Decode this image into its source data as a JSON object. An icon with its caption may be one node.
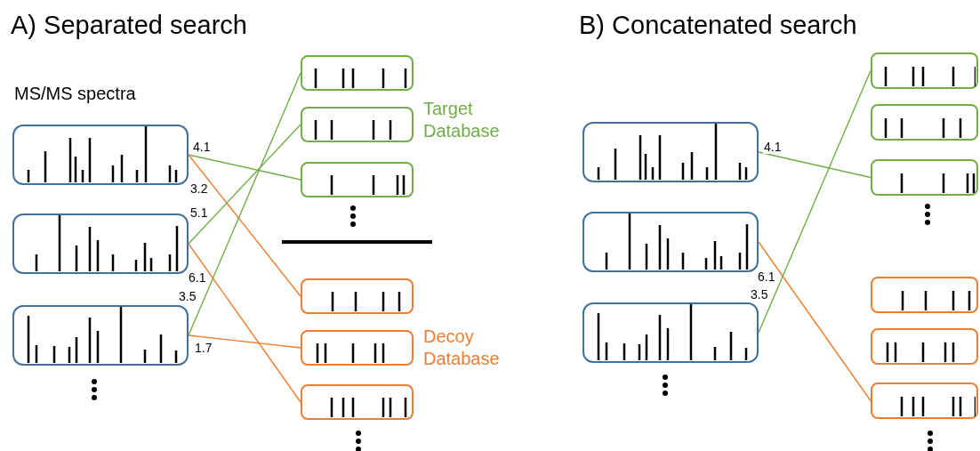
{
  "diagram": {
    "nodes": [
      {
        "text": [],
        "shape": "box"
      },
      {
        "text": [],
        "shape": "box"
      },
      {
        "text": [],
        "shape": "box"
      },
      {
        "text": [],
        "shape": "box"
      },
      {
        "text": [],
        "shape": "box"
      },
      {
        "text": [],
        "shape": "box"
      },
      {
        "text": [],
        "shape": "box"
      },
      {
        "text": [],
        "shape": "box"
      },
      {
        "text": [],
        "shape": "box"
      },
      {
        "text": [],
        "shape": "box"
      },
      {
        "text": [],
        "shape": "box"
      },
      {
        "text": [],
        "shape": "box"
      },
      {
        "text": [],
        "shape": "box"
      },
      {
        "text": [],
        "shape": "box"
      },
      {
        "text": [],
        "shape": "box"
      },
      {
        "text": [],
        "shape": "box"
      },
      {
        "text": [],
        "shape": "box"
      },
      {
        "text": [],
        "shape": "box"
      }
    ],
    "edges": [
      {
        "from": 0,
        "to": 5,
        "arrow": "none",
        "label": "4.1"
      },
      {
        "from": 0,
        "to": 6,
        "arrow": "none",
        "label": "3.2",
        "color": "#ed7d31"
      },
      {
        "from": 1,
        "to": 4,
        "arrow": "none",
        "label": "5.1"
      },
      {
        "from": 1,
        "to": 8,
        "arrow": "none",
        "label": "6.1",
        "color": "#ed7d31"
      },
      {
        "from": 2,
        "to": 3,
        "arrow": "none",
        "label": "3.5"
      },
      {
        "from": 2,
        "to": 7,
        "arrow": "none",
        "label": "1.7",
        "color": "#ed7d31"
      },
      {
        "from": 9,
        "to": 14,
        "arrow": "none",
        "label": "4.1"
      },
      {
        "from": 10,
        "to": 17,
        "arrow": "none",
        "label": "6.1",
        "color": "#ed7d31"
      },
      {
        "from": 11,
        "to": 12,
        "arrow": "none",
        "label": "3.5"
      }
    ],
    "labels": [
      "A) Separated search",
      "B) Concatenated search",
      "MS/MS spectra",
      "Target Database",
      "Decoy Database"
    ]
  }
}
